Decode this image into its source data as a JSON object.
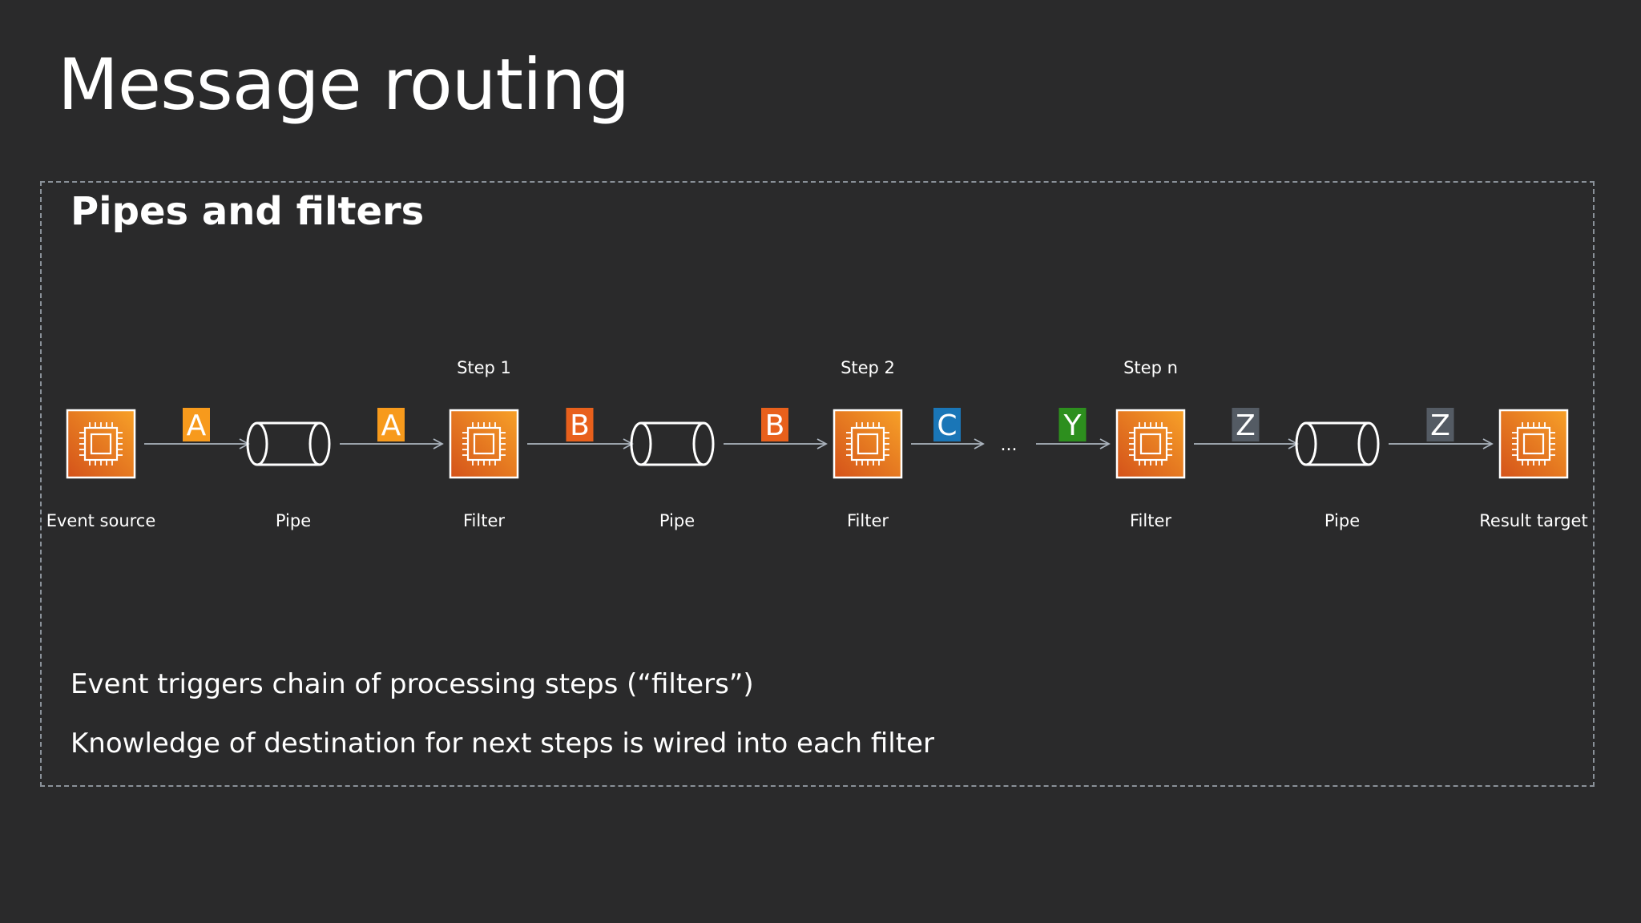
{
  "slide": {
    "title": "Message routing",
    "pattern_title": "Pipes and filters",
    "descriptions": [
      "Event triggers chain of processing steps (“filters”)",
      "Knowledge of destination for next steps is wired into each filter"
    ]
  },
  "colors": {
    "background": "#2a2a2b",
    "border": "#8a9199",
    "arrow": "#aab3bd",
    "node_orange_light": "#f7a128",
    "node_orange_dark": "#d4521a"
  },
  "nodes": [
    {
      "kind": "compute",
      "label": "Event source",
      "step": "",
      "icon": "chip-icon"
    },
    {
      "kind": "pipe",
      "label": "Pipe",
      "step": "",
      "icon": "pipe-cylinder-icon"
    },
    {
      "kind": "compute",
      "label": "Filter",
      "step": "Step 1",
      "icon": "chip-icon"
    },
    {
      "kind": "pipe",
      "label": "Pipe",
      "step": "",
      "icon": "pipe-cylinder-icon"
    },
    {
      "kind": "compute",
      "label": "Filter",
      "step": "Step 2",
      "icon": "chip-icon"
    },
    {
      "kind": "ellipsis",
      "label": "",
      "step": "",
      "text": "..."
    },
    {
      "kind": "compute",
      "label": "Filter",
      "step": "Step n",
      "icon": "chip-icon"
    },
    {
      "kind": "pipe",
      "label": "Pipe",
      "step": "",
      "icon": "pipe-cylinder-icon"
    },
    {
      "kind": "compute",
      "label": "Result target",
      "step": "",
      "icon": "chip-icon"
    }
  ],
  "messages": [
    {
      "letter": "A",
      "color": "#f79a1c"
    },
    {
      "letter": "A",
      "color": "#f79a1c"
    },
    {
      "letter": "B",
      "color": "#e8601c"
    },
    {
      "letter": "B",
      "color": "#e8601c"
    },
    {
      "letter": "C",
      "color": "#1a76b7"
    },
    {
      "letter": "Y",
      "color": "#2d8f1e"
    },
    {
      "letter": "Z",
      "color": "#545b64"
    },
    {
      "letter": "Z",
      "color": "#545b64"
    }
  ]
}
